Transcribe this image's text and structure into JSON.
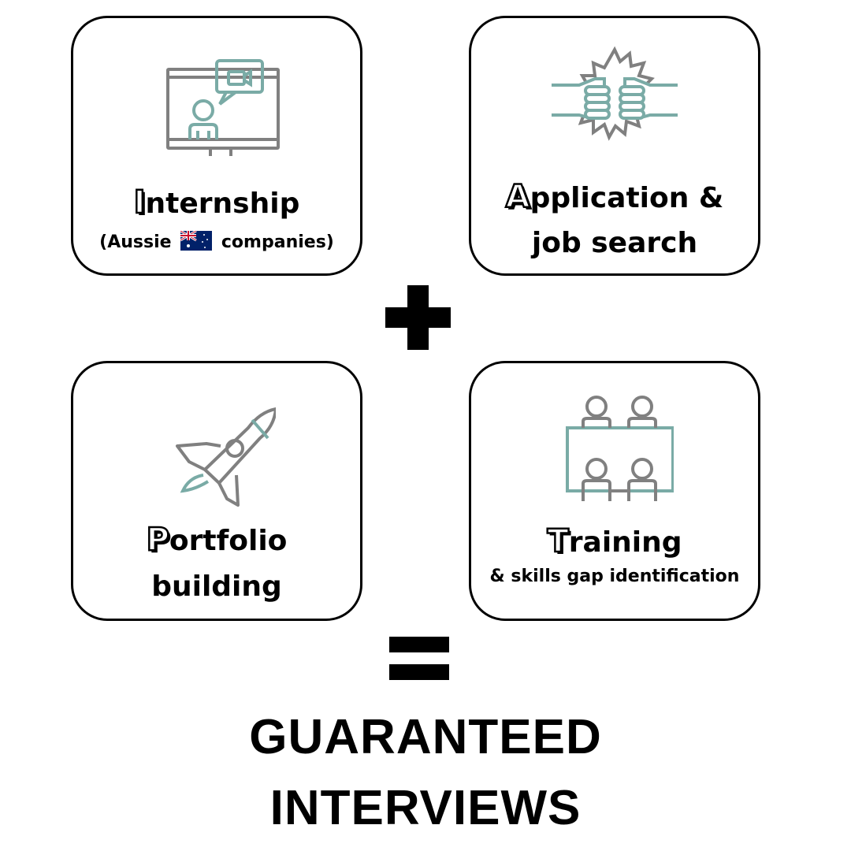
{
  "cards": [
    {
      "cap": "I",
      "rest": "nternship",
      "sub_before": "(Aussie",
      "sub_after": "companies)",
      "icon": "video-call-monitor-icon"
    },
    {
      "cap": "A",
      "rest": "pplication &",
      "line2": "job search",
      "icon": "fist-bump-icon"
    },
    {
      "cap": "P",
      "rest": "ortfolio",
      "line2": "building",
      "icon": "rocket-icon"
    },
    {
      "cap": "T",
      "rest": "raining",
      "sub": "& skills gap identification",
      "icon": "group-meeting-icon"
    }
  ],
  "operators": {
    "plus": "plus-sign",
    "equals": "equals-sign"
  },
  "result": {
    "line1": "GUARANTEED",
    "line2": "INTERVIEWS"
  },
  "colors": {
    "teal": "#7aaba6",
    "gray": "#808080",
    "border": "#000000"
  }
}
